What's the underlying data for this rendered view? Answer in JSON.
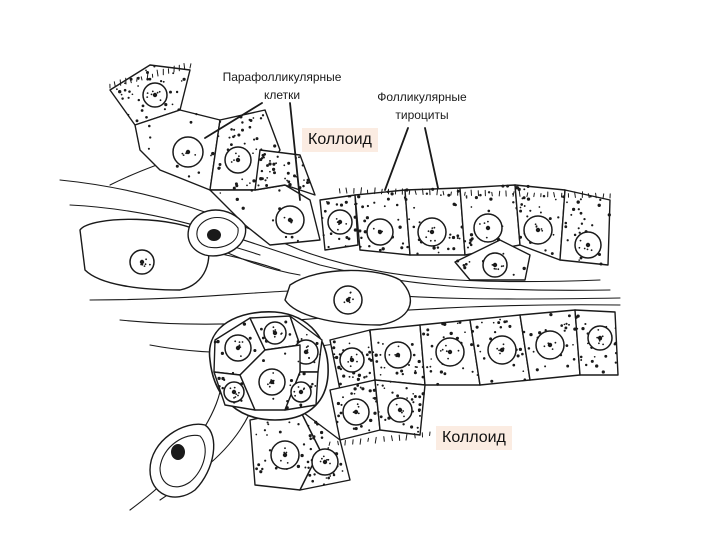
{
  "labels": {
    "parafollicular_line1": "Парафолликулярные",
    "parafollicular_line2": "клетки",
    "follicular_line1": "Фолликулярные",
    "follicular_line2": "тироциты",
    "colloid_top": "Коллоид",
    "colloid_bottom": "Коллоид"
  },
  "colors": {
    "ink": "#1a1a1a",
    "label_box": "#fbece2",
    "background": "#ffffff"
  }
}
